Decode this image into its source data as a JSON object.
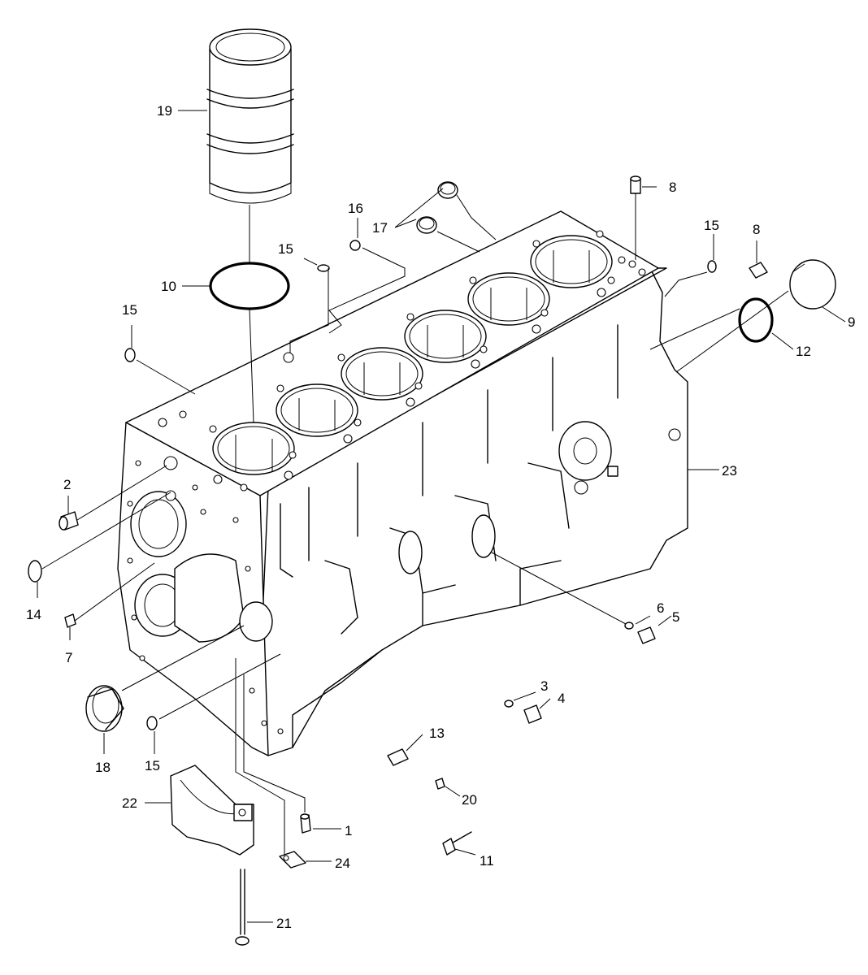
{
  "diagram": {
    "callouts": [
      {
        "id": "c1",
        "label": "1"
      },
      {
        "id": "c2",
        "label": "2"
      },
      {
        "id": "c3",
        "label": "3"
      },
      {
        "id": "c4",
        "label": "4"
      },
      {
        "id": "c5",
        "label": "5"
      },
      {
        "id": "c6",
        "label": "6"
      },
      {
        "id": "c7",
        "label": "7"
      },
      {
        "id": "c8a",
        "label": "8"
      },
      {
        "id": "c8b",
        "label": "8"
      },
      {
        "id": "c9",
        "label": "9"
      },
      {
        "id": "c10",
        "label": "10"
      },
      {
        "id": "c11",
        "label": "11"
      },
      {
        "id": "c12",
        "label": "12"
      },
      {
        "id": "c13",
        "label": "13"
      },
      {
        "id": "c14",
        "label": "14"
      },
      {
        "id": "c15a",
        "label": "15"
      },
      {
        "id": "c15b",
        "label": "15"
      },
      {
        "id": "c15c",
        "label": "15"
      },
      {
        "id": "c15d",
        "label": "15"
      },
      {
        "id": "c16",
        "label": "16"
      },
      {
        "id": "c17",
        "label": "17"
      },
      {
        "id": "c18",
        "label": "18"
      },
      {
        "id": "c19",
        "label": "19"
      },
      {
        "id": "c20",
        "label": "20"
      },
      {
        "id": "c21",
        "label": "21"
      },
      {
        "id": "c22",
        "label": "22"
      },
      {
        "id": "c23",
        "label": "23"
      },
      {
        "id": "c24",
        "label": "24"
      }
    ]
  }
}
